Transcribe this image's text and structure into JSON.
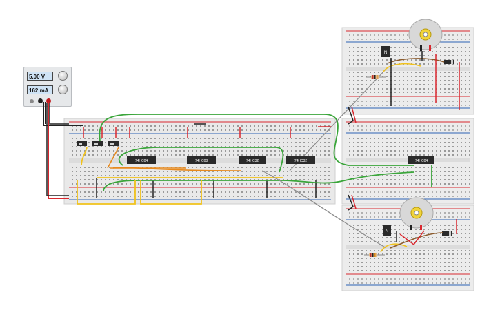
{
  "power_supply": {
    "voltage": "5.00 V",
    "current": "162 mA"
  },
  "chips": {
    "chip_1": "74HC04",
    "chip_2": "74HC08",
    "chip_3": "74HC32",
    "chip_4": "74HC32",
    "chip_5": "74HC04"
  },
  "colors": {
    "board": "#ececec",
    "rail_red": "#d9272e",
    "rail_blue": "#2d62b5",
    "wire_green": "#3aa53a",
    "wire_yellow": "#f1c21b",
    "wire_orange": "#e8891c",
    "wire_black": "#222222",
    "wire_gray": "#8a8a8a",
    "wire_brown": "#8b5a2b",
    "chip": "#2a2a2a"
  }
}
